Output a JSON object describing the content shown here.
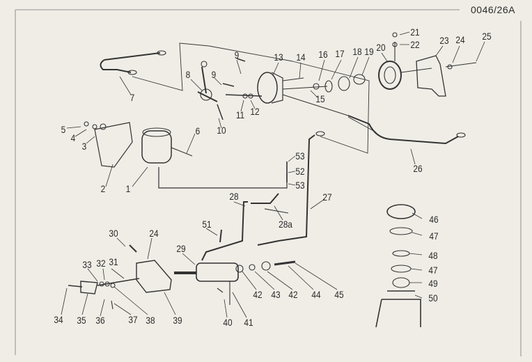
{
  "drawing_code": "0046/26A",
  "labels": [
    "1",
    "2",
    "3",
    "4",
    "5",
    "6",
    "7",
    "8",
    "9",
    "9",
    "10",
    "11",
    "12",
    "13",
    "14",
    "15",
    "16",
    "17",
    "18",
    "19",
    "20",
    "21",
    "22",
    "23",
    "24",
    "25",
    "26",
    "27",
    "28",
    "28a",
    "29",
    "30",
    "24",
    "31",
    "32",
    "33",
    "34",
    "35",
    "36",
    "37",
    "38",
    "39",
    "40",
    "41",
    "42",
    "43",
    "42",
    "44",
    "45",
    "46",
    "47",
    "48",
    "47",
    "49",
    "50",
    "51",
    "52",
    "53",
    "53"
  ]
}
